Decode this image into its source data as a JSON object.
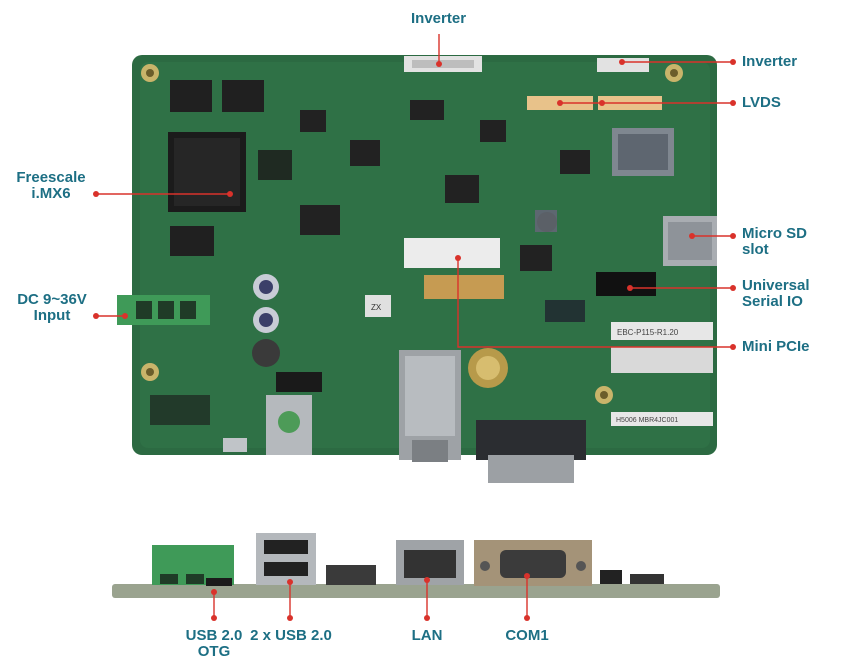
{
  "labels": {
    "inverter_top": "Inverter",
    "inverter_right": "Inverter",
    "lvds": "LVDS",
    "freescale_l1": "Freescale",
    "freescale_l2": "i.MX6",
    "microsd_l1": "Micro SD",
    "microsd_l2": "slot",
    "dc_l1": "DC 9~36V",
    "dc_l2": "Input",
    "universal_l1": "Universal",
    "universal_l2": "Serial IO",
    "minipcie": "Mini PCIe",
    "usb_otg_l1": "USB 2.0",
    "usb_otg_l2": "OTG",
    "usb2x": "2 x USB 2.0",
    "lan": "LAN",
    "com1": "COM1"
  },
  "board": {
    "sticker_text": "EBC-P115-R1.20",
    "barcode_text": "H5006 MBR4JC001",
    "chip_label": "ZX"
  },
  "colors": {
    "label": "#1d6f84",
    "leader": "#d9322b",
    "pcb": "#2c6a42",
    "pcb_dark": "#1f4f31",
    "terminal_green": "#3f9a58",
    "metal": "#b9bcbf"
  }
}
